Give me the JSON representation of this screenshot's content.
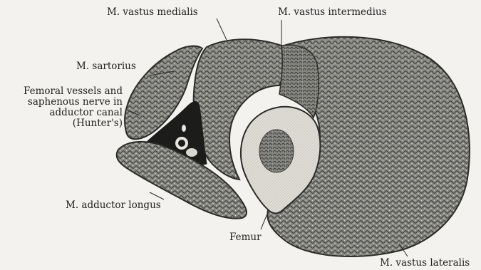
{
  "labels": {
    "vastus_medialis": "M. vastus medialis",
    "vastus_intermedius": "M. vastus intermedius",
    "sartorius": "M. sartorius",
    "femoral_vessels": [
      "Femoral vessels and",
      "saphenous nerve in",
      "adductor canal",
      "(Hunter's)"
    ],
    "adductor_longus": "M. adductor longus",
    "femur": "Femur",
    "vastus_lateralis": "M. vastus lateralis"
  }
}
